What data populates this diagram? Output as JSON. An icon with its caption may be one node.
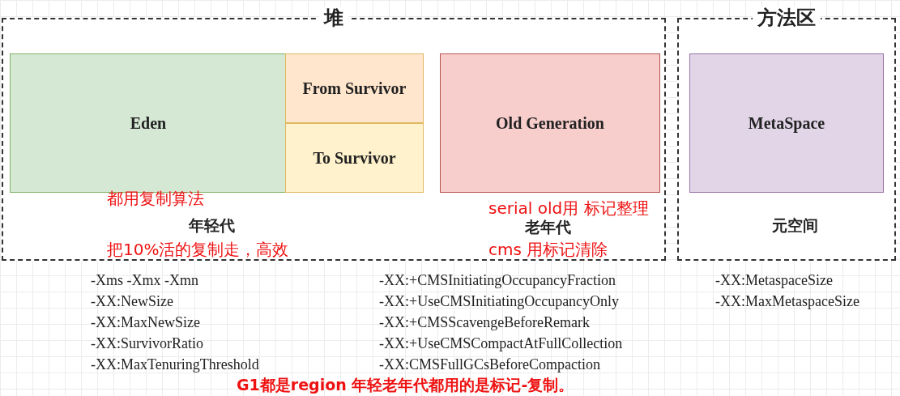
{
  "diagram": {
    "nodes": [
      {
        "text": [
          "堆"
        ]
      },
      {
        "text": [
          "Eden"
        ],
        "in": 0
      },
      {
        "text": [
          "From Survivor"
        ],
        "in": 0
      },
      {
        "text": [
          "To Survivor"
        ],
        "in": 0
      },
      {
        "text": [
          "Old Generation"
        ],
        "in": 0
      },
      {
        "text": [
          "方法区"
        ]
      },
      {
        "text": [
          "MetaSpace"
        ],
        "in": 5
      }
    ],
    "labels": [
      "都用复制算法",
      "serial old用 标记整理",
      "年轻代",
      "老年代",
      "元空间",
      "把10%活的复制走，高效",
      "cms 用标记清除",
      "-Xms -Xmx -Xmn",
      "-XX:+CMSInitiatingOccupancyFraction",
      "-XX:MetaspaceSize",
      "-XX:NewSize",
      "-XX:+UseCMSInitiatingOccupancyOnly",
      "-XX:MaxMetaspaceSize",
      "-XX:MaxNewSize",
      "-XX:+CMSScavengeBeforeRemark",
      "-XX:SurvivorRatio",
      "-XX:+UseCMSCompactAtFullCollection",
      "-XX:MaxTenuringThreshold",
      "-XX:CMSFullGCsBeforeCompaction",
      "G1都是region 年轻老年代都用的是标记-复制。"
    ]
  }
}
